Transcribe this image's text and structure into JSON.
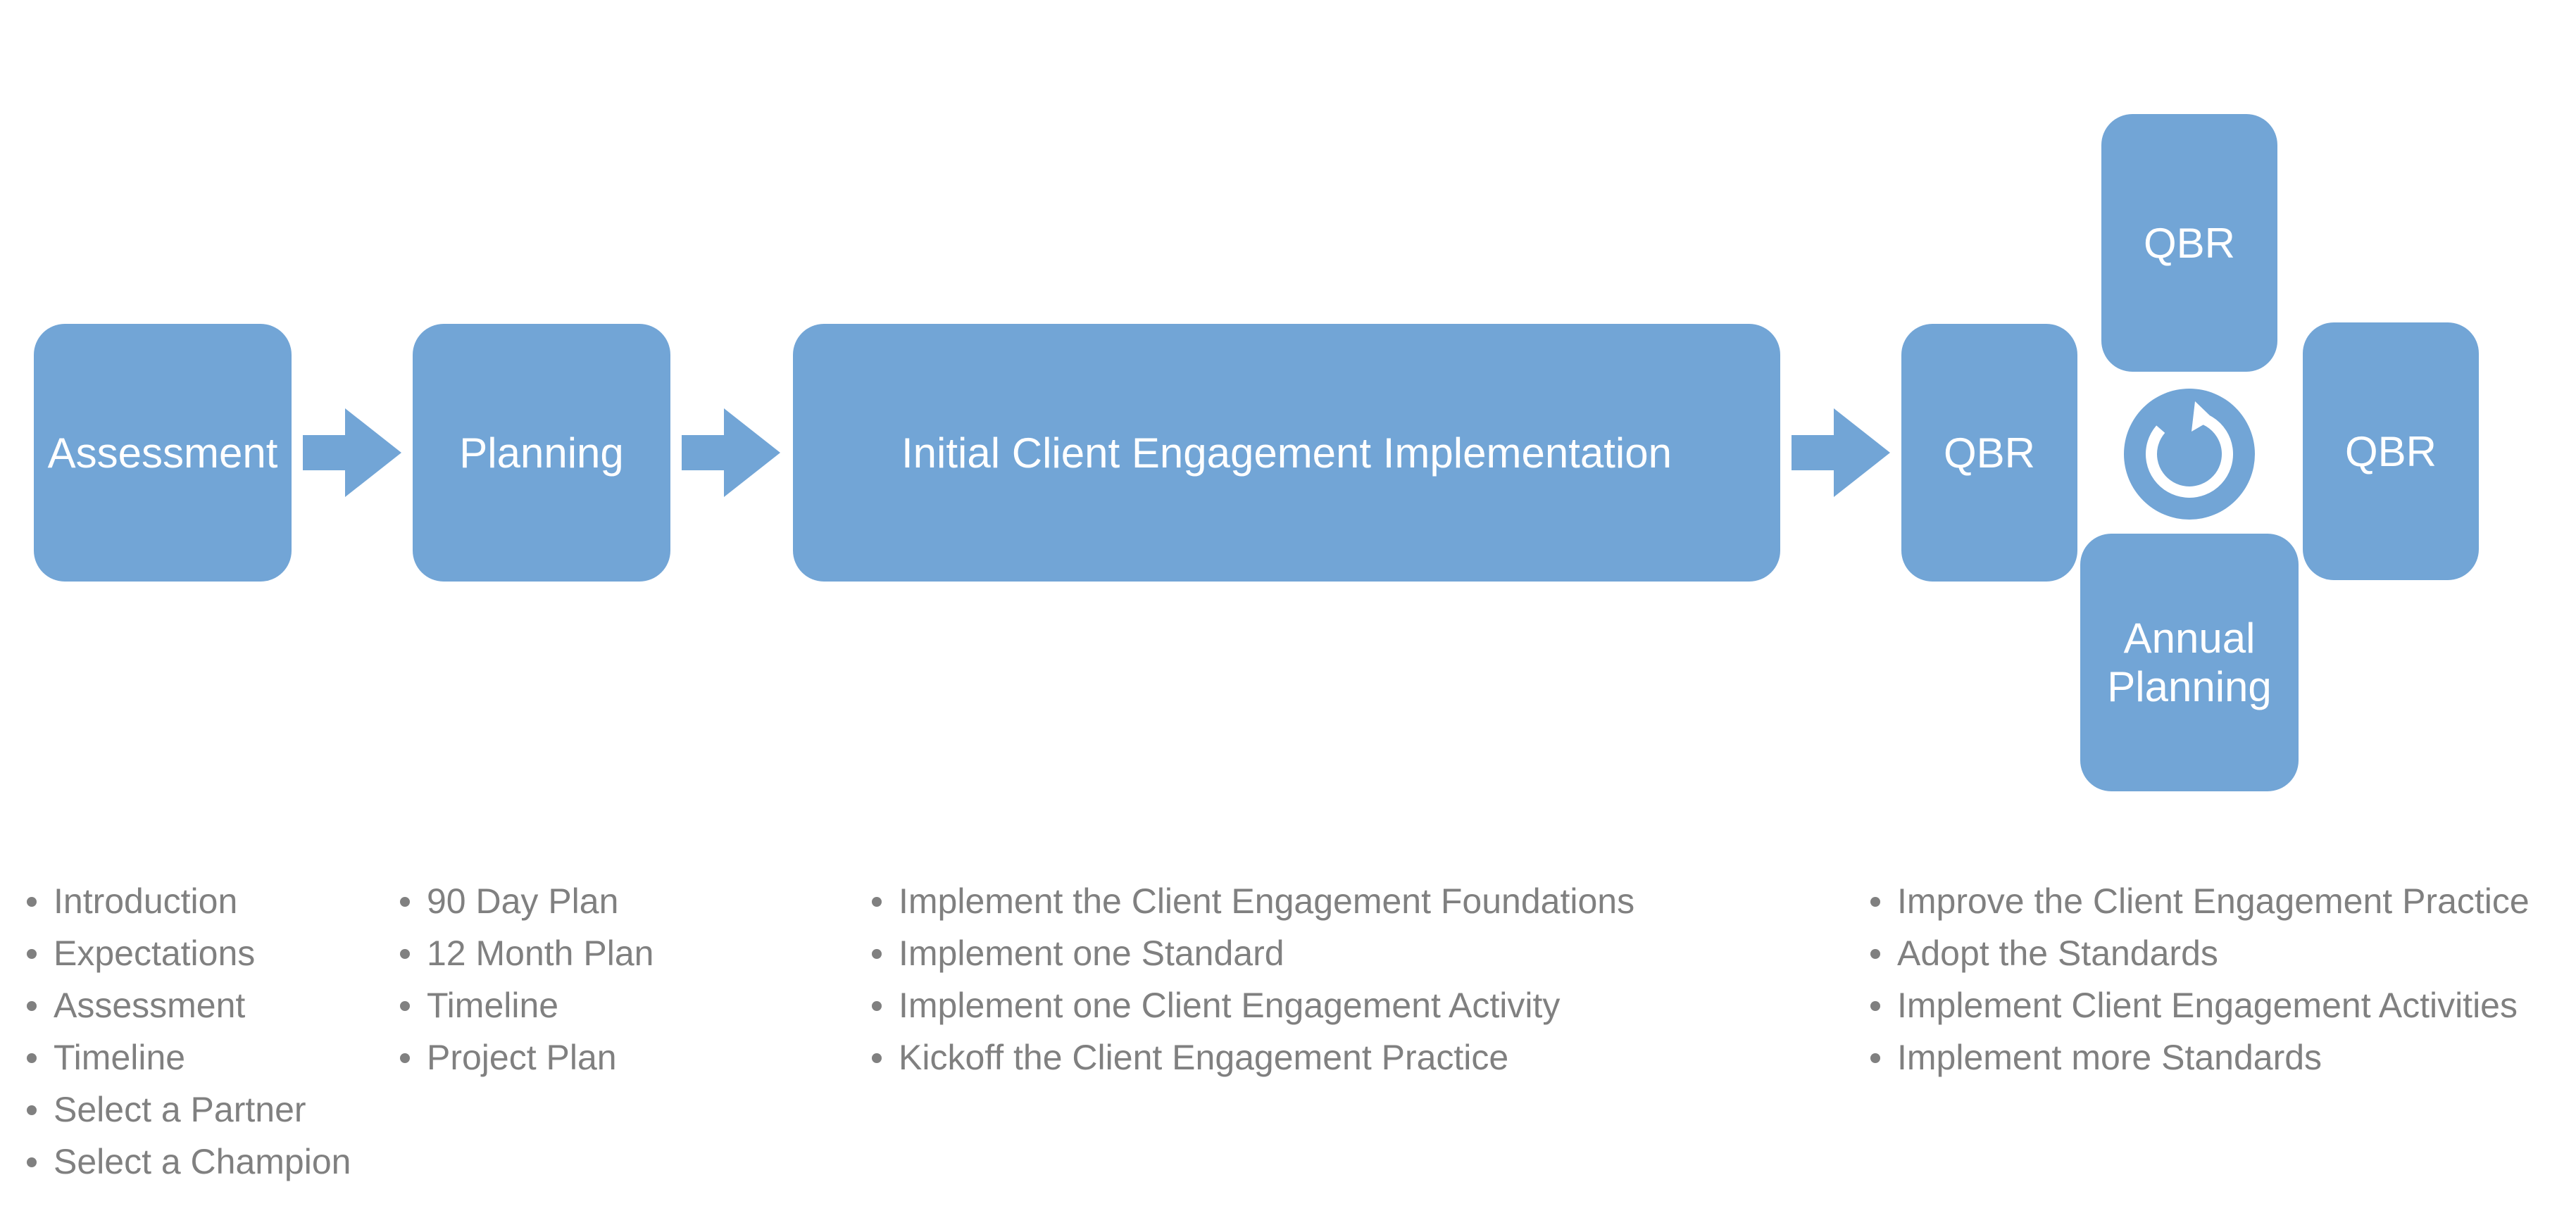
{
  "colors": {
    "box_fill": "#72a5d6",
    "box_text": "#ffffff",
    "list_text": "#808080"
  },
  "flow": {
    "assessment": "Assessment",
    "planning": "Planning",
    "implementation": "Initial Client Engagement Implementation",
    "qbr_left": "QBR",
    "qbr_top": "QBR",
    "qbr_right": "QBR",
    "annual_planning_line1": "Annual",
    "annual_planning_line2": "Planning"
  },
  "cycle_icon": "refresh-icon",
  "lists": {
    "assessment": [
      "Introduction",
      "Expectations",
      "Assessment",
      "Timeline",
      "Select a Partner",
      "Select a Champion"
    ],
    "planning": [
      "90 Day Plan",
      "12 Month Plan",
      "Timeline",
      "Project Plan"
    ],
    "implementation": [
      "Implement the Client Engagement Foundations",
      "Implement one Standard",
      "Implement one Client Engagement Activity",
      "Kickoff the Client Engagement Practice"
    ],
    "ongoing": [
      "Improve the Client Engagement Practice",
      "Adopt the Standards",
      "Implement Client Engagement Activities",
      "Implement more Standards"
    ]
  }
}
